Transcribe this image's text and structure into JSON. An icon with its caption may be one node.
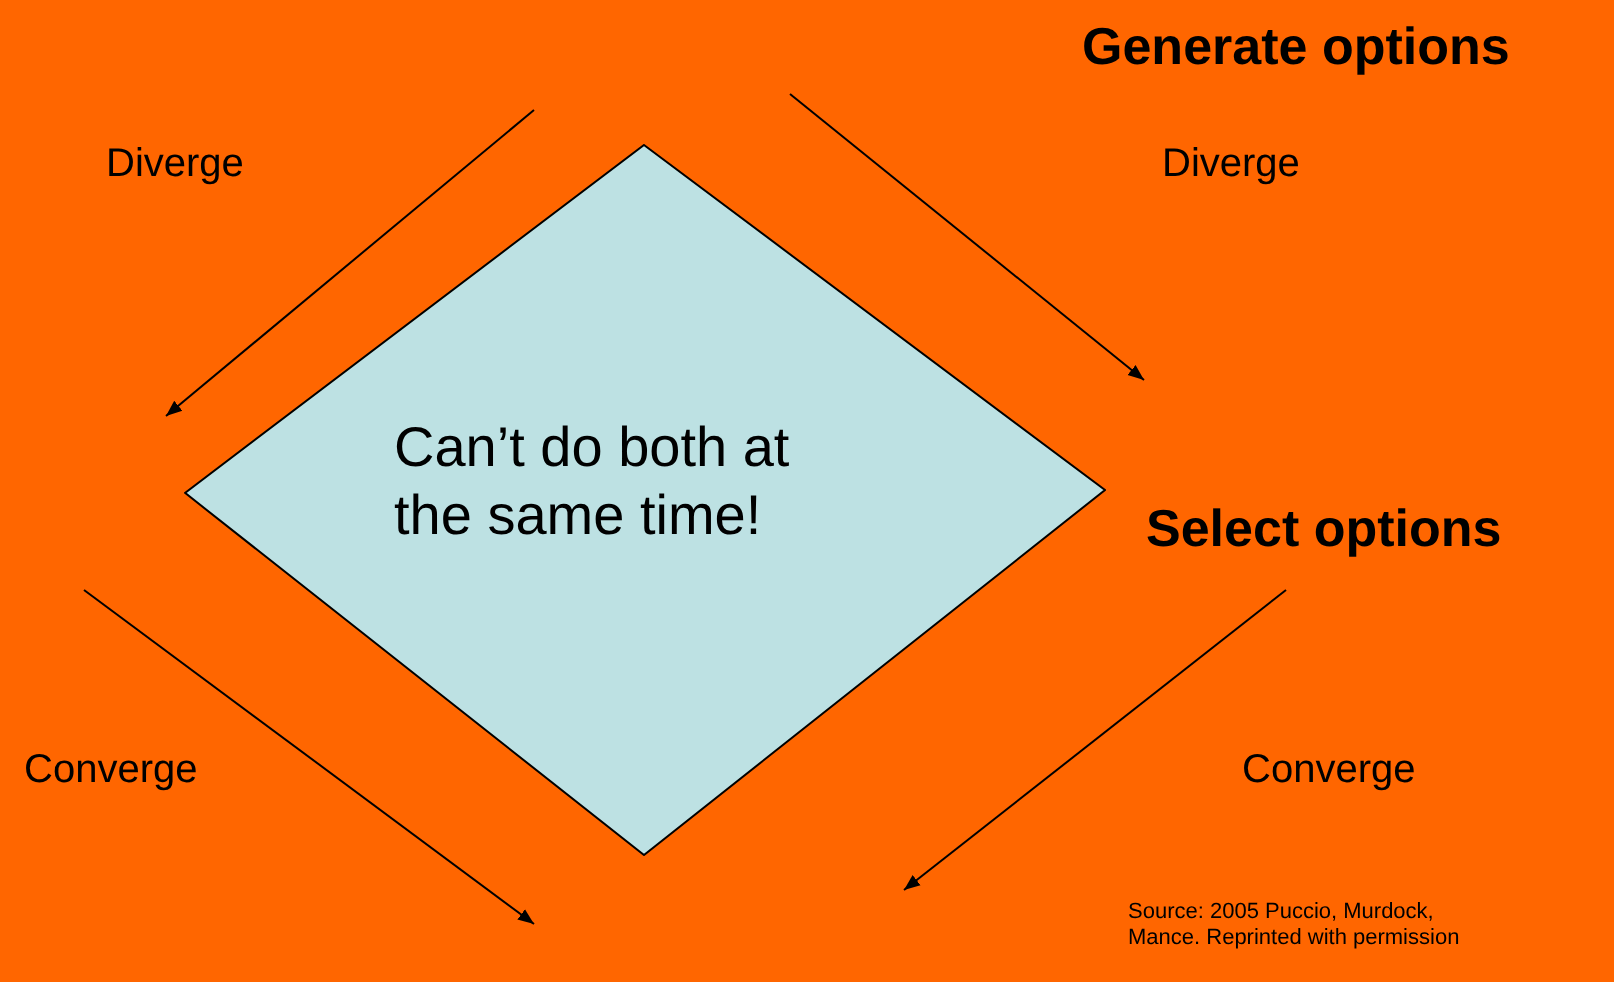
{
  "diagram": {
    "nodes": [
      {
        "text": [
          "Can’t do both at the same time!"
        ]
      }
    ],
    "labels": [
      "Generate options",
      "Diverge",
      "Diverge",
      "Select options",
      "Converge",
      "Converge",
      "Source: 2005 Puccio, Murdock, Mance. Reprinted with permission"
    ]
  }
}
